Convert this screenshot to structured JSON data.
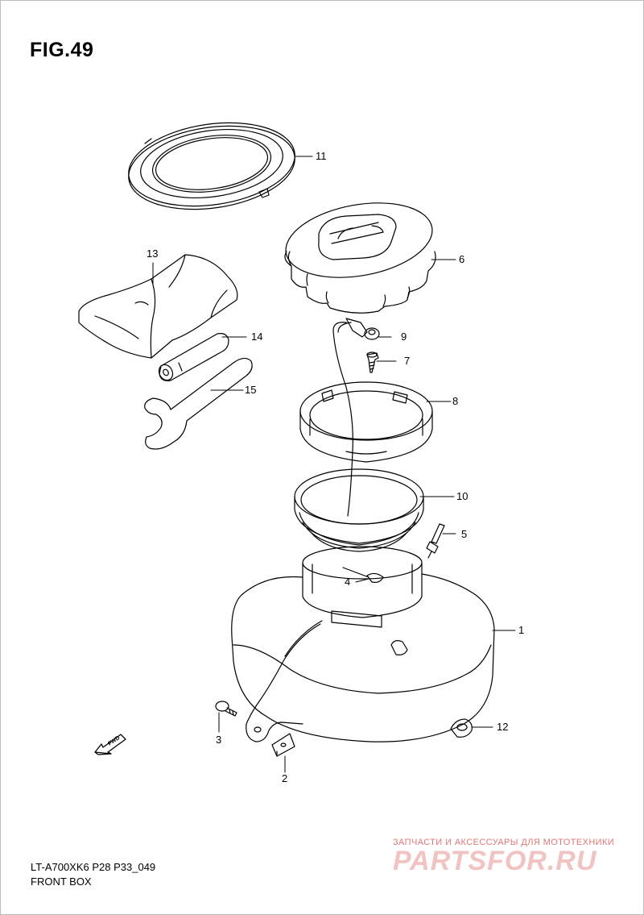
{
  "figure": {
    "title": "FIG.49"
  },
  "callouts": {
    "c1": "1",
    "c2": "2",
    "c3": "3",
    "c4": "4",
    "c5": "5",
    "c6": "6",
    "c7": "7",
    "c8": "8",
    "c9": "9",
    "c10": "10",
    "c11": "11",
    "c12": "12",
    "c13": "13",
    "c14": "14",
    "c15": "15"
  },
  "footer": {
    "code": "LT-A700XK6 P28 P33_049",
    "name": "FRONT BOX"
  },
  "direction_arrow": {
    "label": "FWD"
  },
  "watermark": {
    "tagline": "ЗАПЧАСТИ И АКСЕССУАРЫ ДЛЯ МОТОТЕХНИКИ",
    "brand": "PARTSFOR.RU"
  },
  "colors": {
    "line": "#000000",
    "watermark": "#e07878"
  }
}
